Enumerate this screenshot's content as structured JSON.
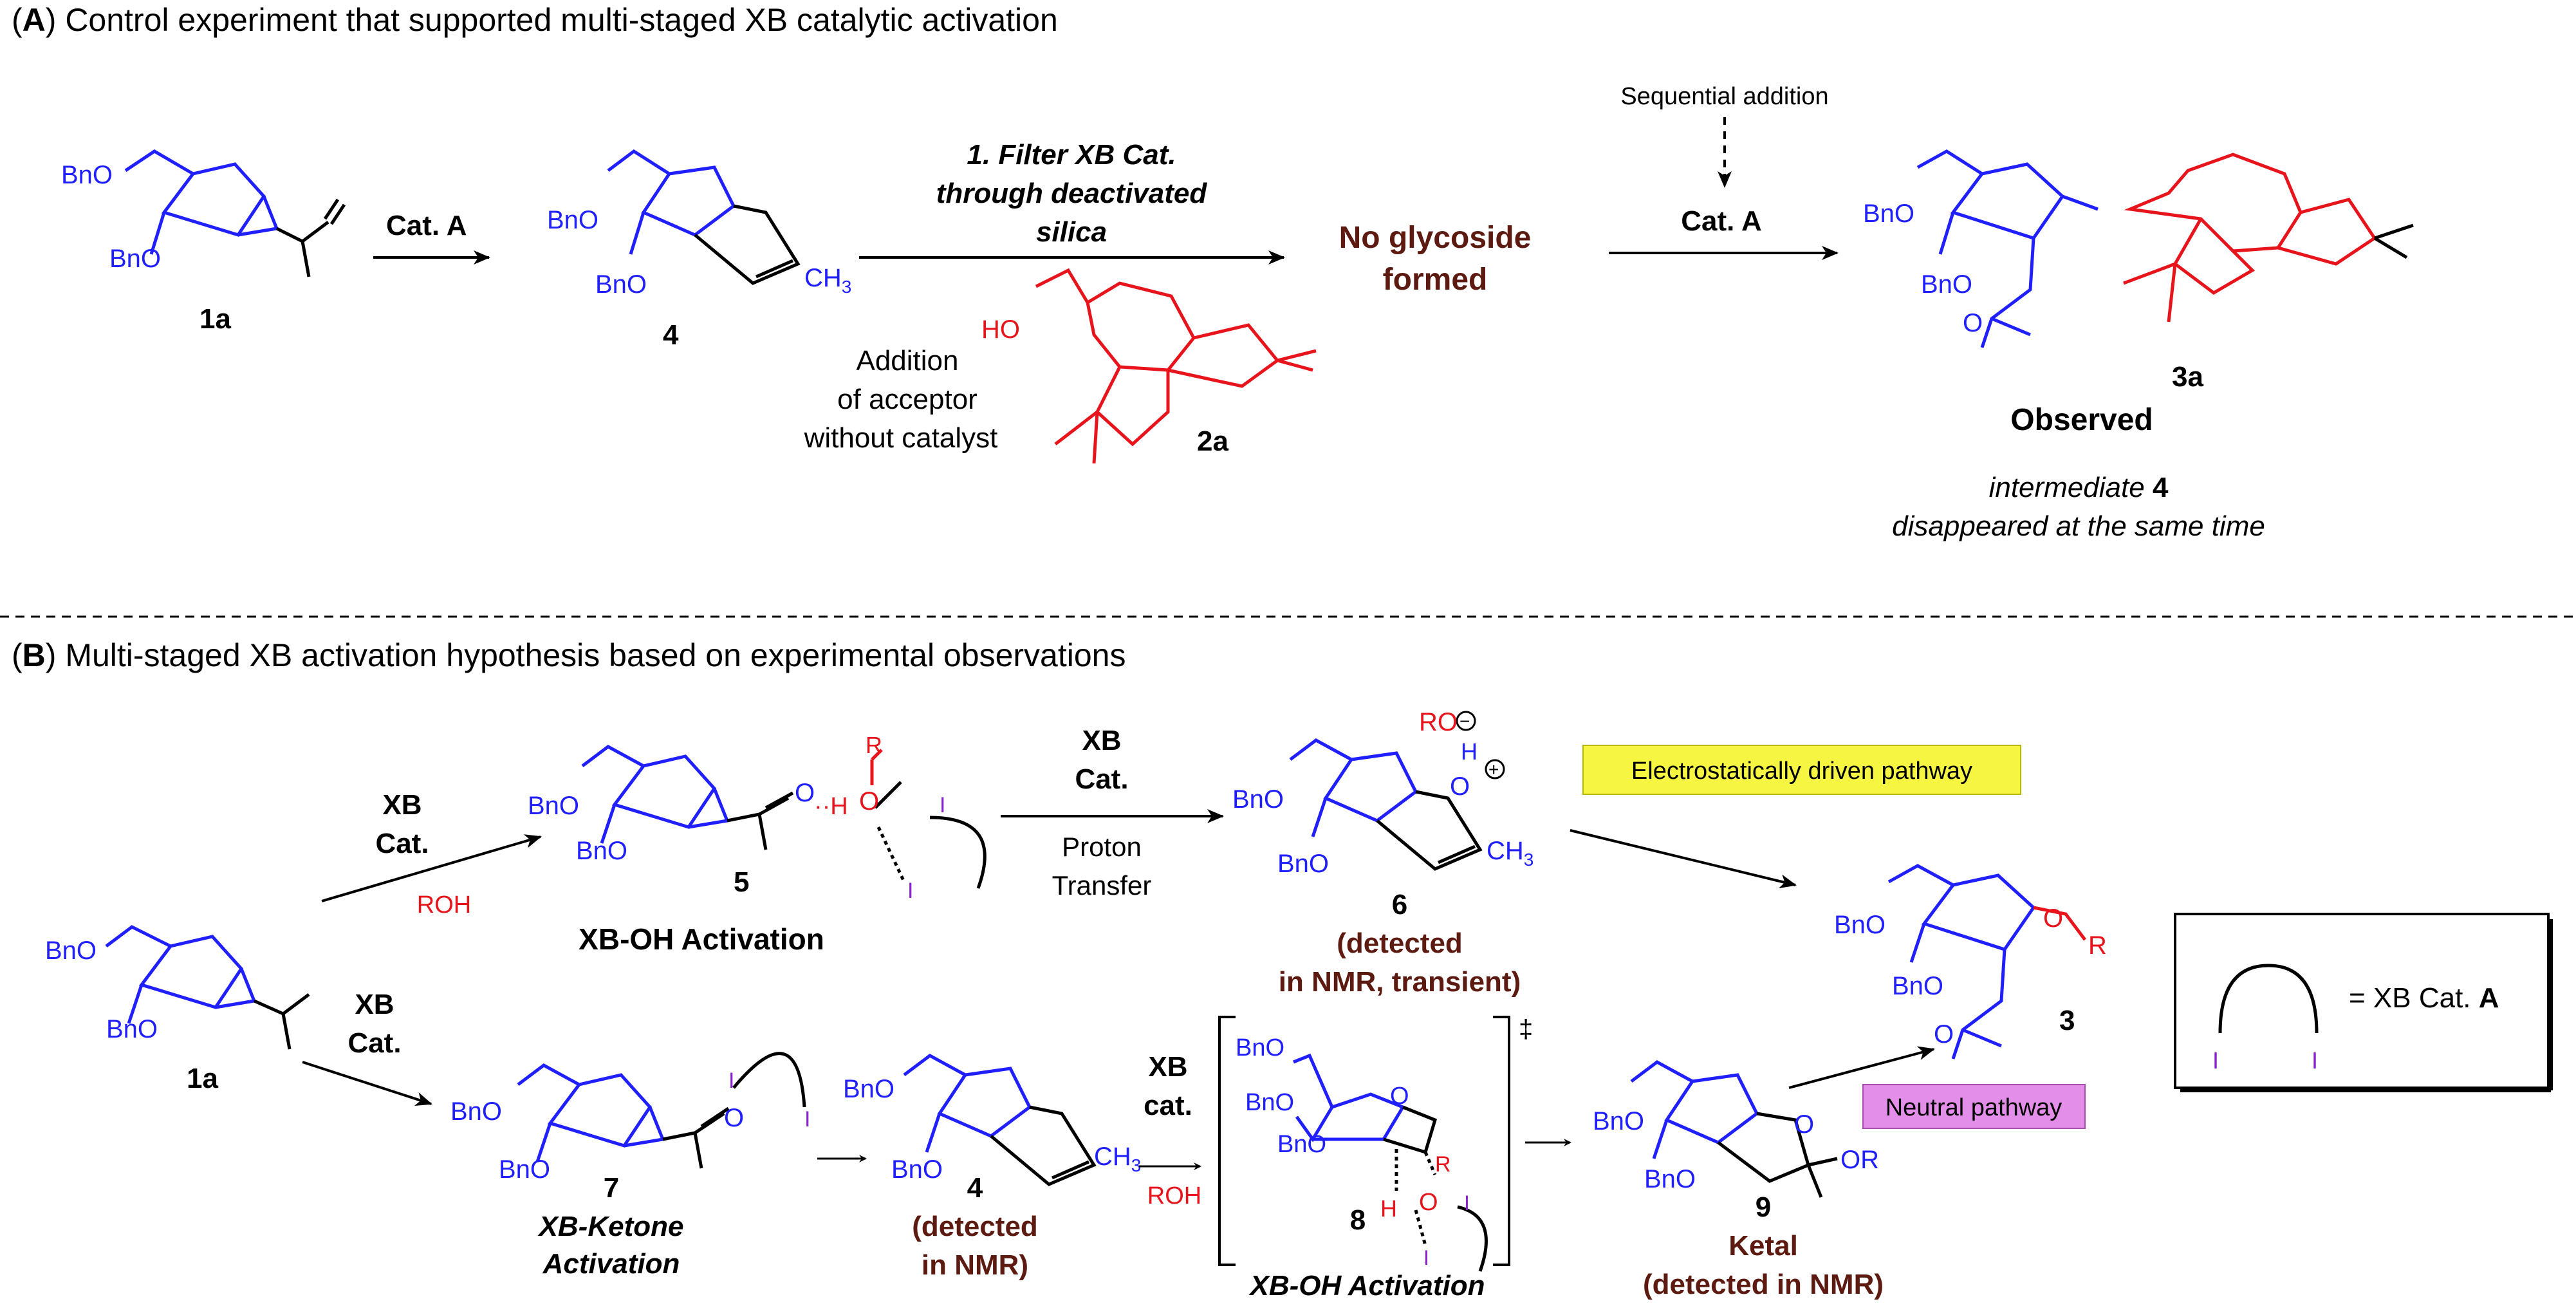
{
  "section_a": {
    "title_letter": "A",
    "title_rest": " Control experiment that supported multi-staged XB catalytic activation",
    "arrow1_label": "Cat. A",
    "filter_line1": "1. Filter XB Cat.",
    "filter_line2": "through deactivated",
    "filter_line3": "silica",
    "addition_line1": "Addition",
    "addition_line2": "of acceptor",
    "addition_line3": "without catalyst",
    "no_glycoside_line1": "No glycoside",
    "no_glycoside_line2": "formed",
    "sequential": "Sequential addition",
    "arrow3_label": "Cat. A",
    "observed": "Observed",
    "intermediate_prefix": "intermediate ",
    "intermediate_num": "4",
    "disappeared": "disappeared at the same time",
    "compound_labels": {
      "c1a": "1a",
      "c4": "4",
      "c2a": "2a",
      "c3a": "3a"
    }
  },
  "section_b": {
    "title_letter": "B",
    "title_rest": " Multi-staged XB activation hypothesis based on experimental observations",
    "xb_cat_upper": [
      "XB",
      "Cat."
    ],
    "roh": "ROH",
    "xb_cat_lower": [
      "XB",
      "Cat."
    ],
    "xb_cat_mid": [
      "XB",
      "Cat."
    ],
    "proton_transfer": [
      "Proton",
      "Transfer"
    ],
    "xb_oh_activation": "XB-OH Activation",
    "compound5": "5",
    "compound6": "6",
    "detected6": [
      "(detected",
      "in NMR, transient)"
    ],
    "electro_box": "Electrostatically driven pathway",
    "neutral_box": "Neutral pathway",
    "compound1a": "1a",
    "compound7": "7",
    "xb_ketone": [
      "XB-Ketone",
      "Activation"
    ],
    "compound4": "4",
    "detected4": [
      "(detected",
      "in NMR)"
    ],
    "xb_cat_lower_mid": [
      "XB",
      "cat."
    ],
    "roh2": "ROH",
    "compound8": "8",
    "xb_oh_activation2": "XB-OH Activation",
    "dagger": "‡",
    "compound9": "9",
    "ketal": "Ketal",
    "detected9": "(detected in NMR)",
    "compound3": "3",
    "legend_eq": "=  XB Cat. ",
    "legend_a": "A"
  },
  "colors": {
    "blue": "#1f1fff",
    "red": "#e8141c",
    "brown": "#5c1a10",
    "yellow": "#f5f542",
    "magenta": "#e38ee8"
  }
}
